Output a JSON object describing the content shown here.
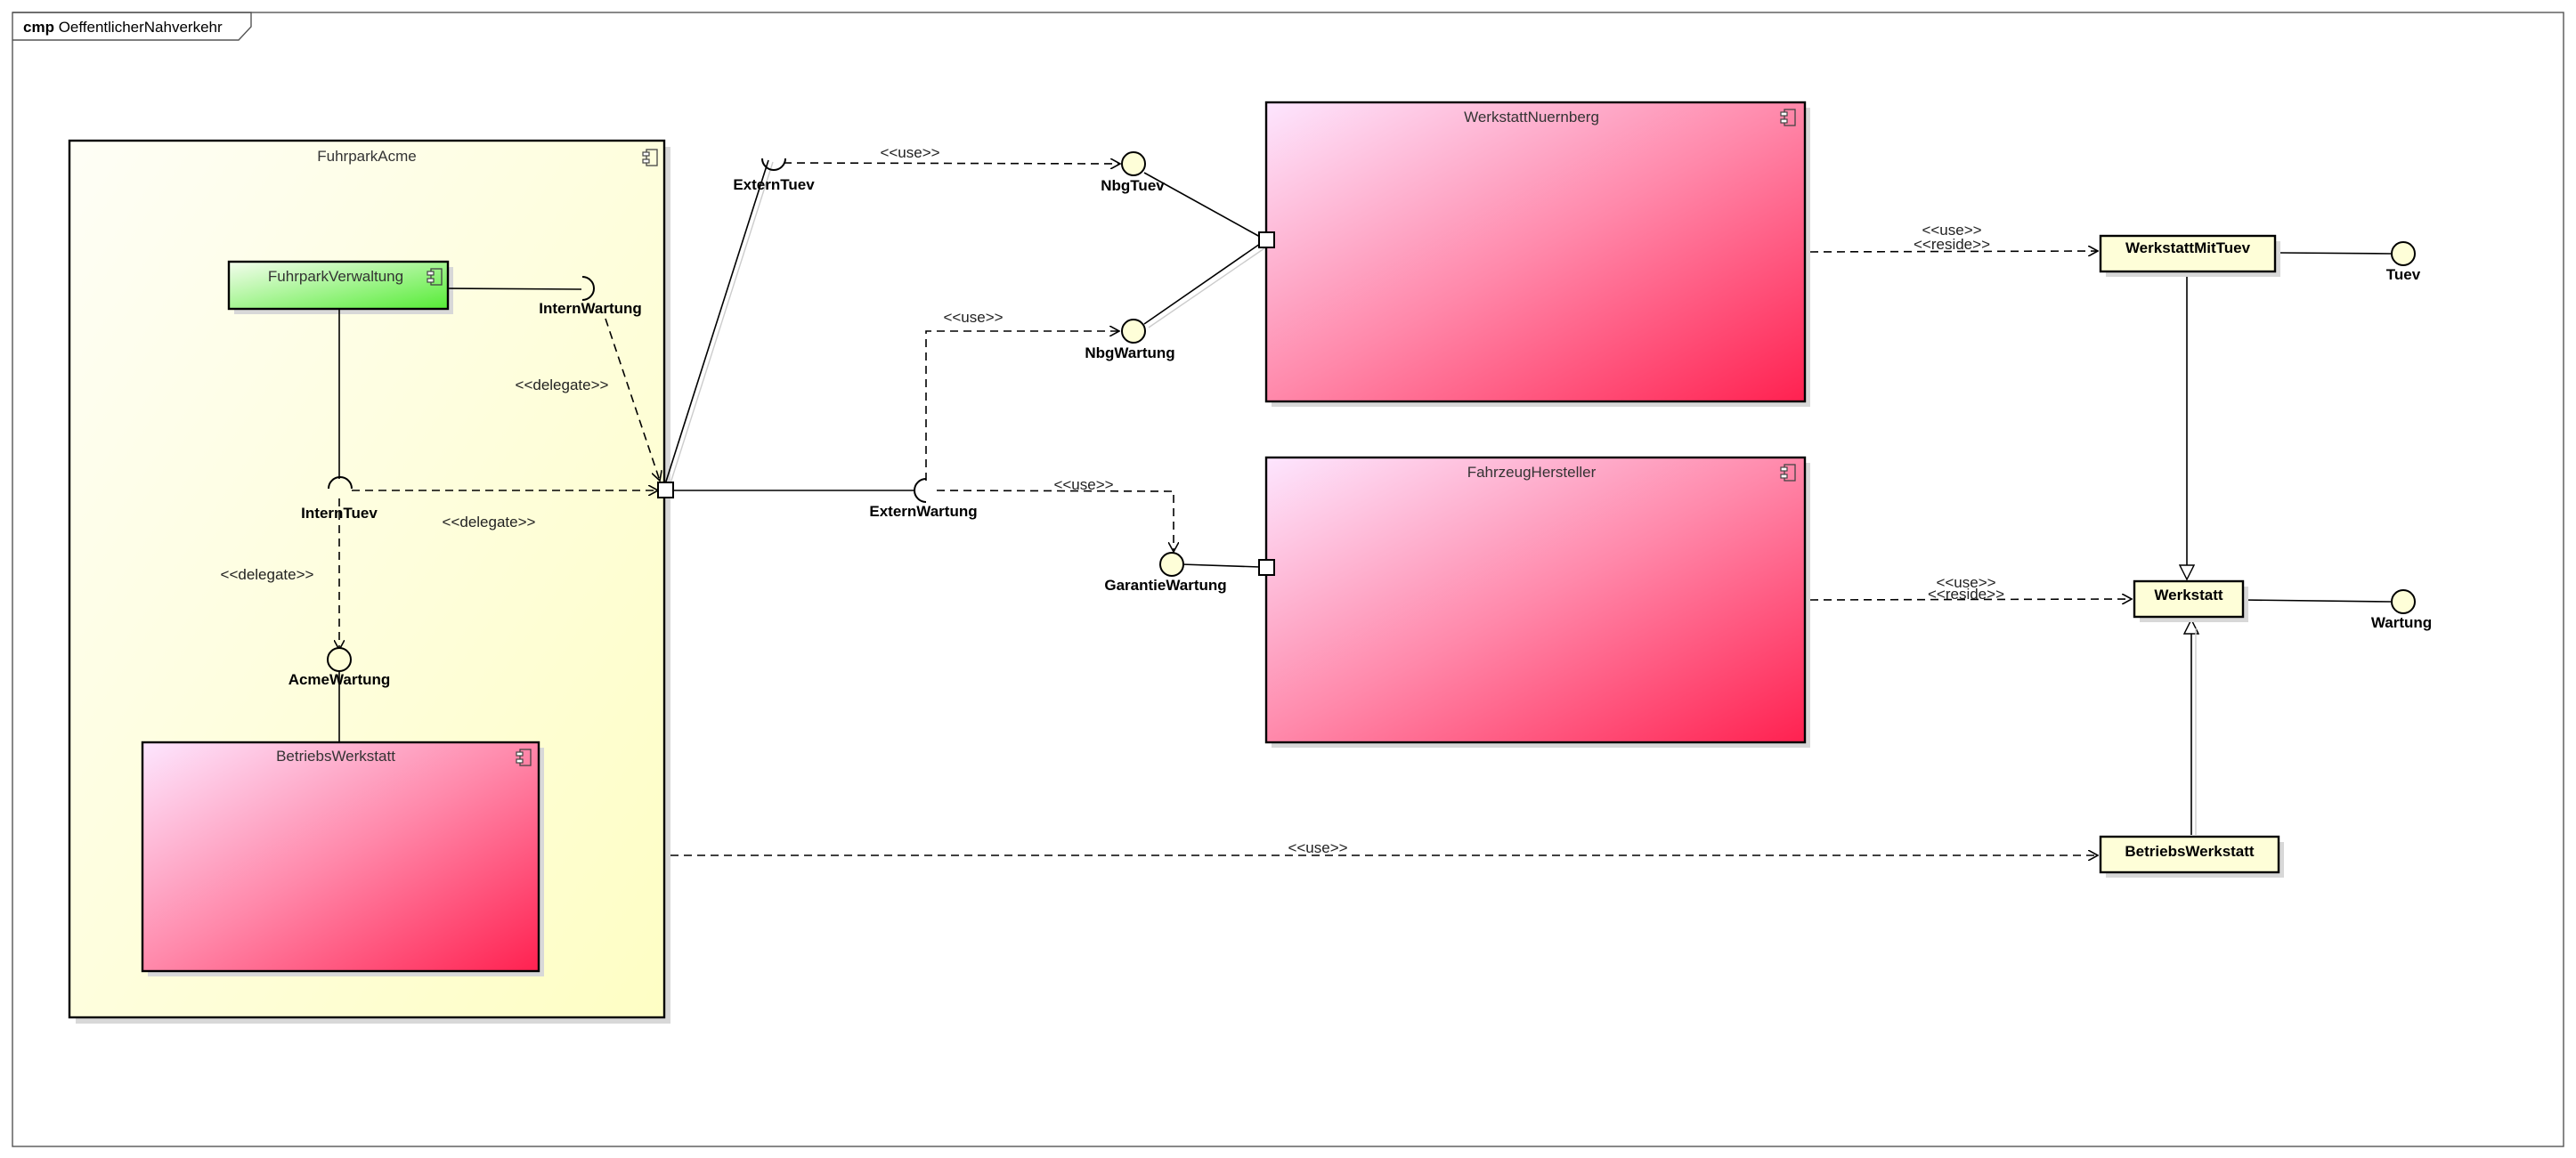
{
  "frame": {
    "keyword": "cmp",
    "title": "OeffentlicherNahverkehr"
  },
  "components": {
    "fuhrpark_acme": "FuhrparkAcme",
    "fuhrpark_verwaltung": "FuhrparkVerwaltung",
    "betriebs_werkstatt": "BetriebsWerkstatt",
    "werkstatt_nuernberg": "WerkstattNuernberg",
    "fahrzeug_hersteller": "FahrzeugHersteller"
  },
  "interfaces": {
    "intern_wartung": "InternWartung",
    "intern_tuev": "InternTuev",
    "acme_wartung": "AcmeWartung",
    "extern_tuev": "ExternTuev",
    "extern_wartung": "ExternWartung",
    "nbg_tuev": "NbgTuev",
    "nbg_wartung": "NbgWartung",
    "garantie_wartung": "GarantieWartung",
    "tuev": "Tuev",
    "wartung": "Wartung"
  },
  "classes": {
    "werkstatt_mit_tuev": "WerkstattMitTuev",
    "werkstatt": "Werkstatt",
    "betriebs_werkstatt": "BetriebsWerkstatt"
  },
  "stereotypes": {
    "delegate": "<<delegate>>",
    "use": "<<use>>",
    "reside": "<<reside>>"
  },
  "colors": {
    "container_top": "#fefef3",
    "container_bottom": "#fefec8",
    "component_light": "#fde0ff",
    "component_dark": "#ff2a55",
    "green_light": "#f0fde8",
    "green_dark": "#5aee3a",
    "interface_fill": "#fefed8",
    "class_fill": "#fefed8"
  }
}
